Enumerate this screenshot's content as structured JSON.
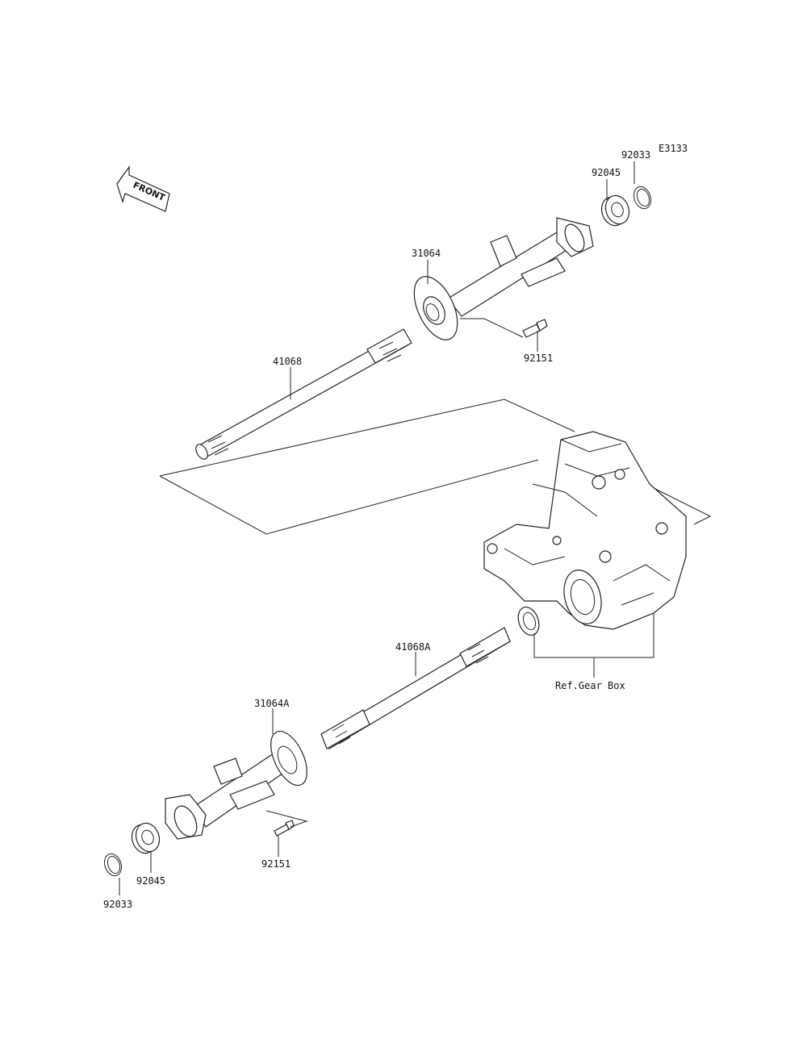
{
  "diagram_code": "E3133",
  "front_badge": "FRONT",
  "labels": {
    "p92033_top": "92033",
    "p92045_top": "92045",
    "p31064": "31064",
    "p92151_top": "92151",
    "p41068": "41068",
    "p41068A": "41068A",
    "ref_gear_box": "Ref.Gear Box",
    "p31064A": "31064A",
    "p92151_bottom": "92151",
    "p92045_bottom": "92045",
    "p92033_bottom": "92033"
  }
}
